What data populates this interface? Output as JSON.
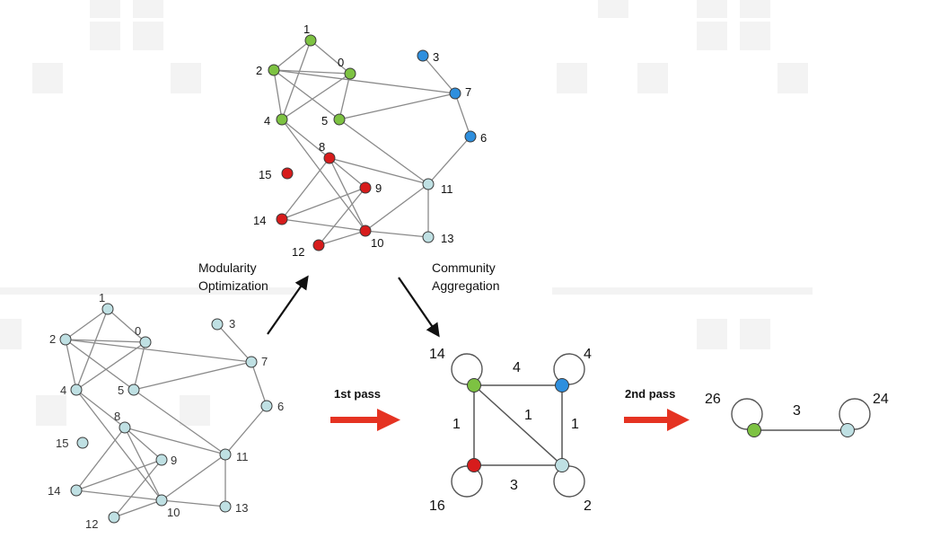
{
  "colors": {
    "green": "#7dc242",
    "blue": "#2e8fde",
    "red": "#d71c1c",
    "light": "#bfe0e3",
    "arrow_red": "#e53322",
    "arrow_black": "#111111"
  },
  "labels": {
    "modularity_line1": "Modularity",
    "modularity_line2": "Optimization",
    "community_line1": "Community",
    "community_line2": "Aggregation",
    "first_pass": "1st pass",
    "second_pass": "2nd pass"
  },
  "graph": {
    "nodes": [
      {
        "id": "0",
        "community": "green"
      },
      {
        "id": "1",
        "community": "green"
      },
      {
        "id": "2",
        "community": "green"
      },
      {
        "id": "3",
        "community": "blue"
      },
      {
        "id": "4",
        "community": "green"
      },
      {
        "id": "5",
        "community": "green"
      },
      {
        "id": "6",
        "community": "blue"
      },
      {
        "id": "7",
        "community": "blue"
      },
      {
        "id": "8",
        "community": "red"
      },
      {
        "id": "9",
        "community": "red"
      },
      {
        "id": "10",
        "community": "red"
      },
      {
        "id": "11",
        "community": "light"
      },
      {
        "id": "12",
        "community": "red"
      },
      {
        "id": "13",
        "community": "light"
      },
      {
        "id": "14",
        "community": "red"
      },
      {
        "id": "15",
        "community": "red"
      }
    ],
    "edges": [
      [
        "1",
        "2"
      ],
      [
        "1",
        "0"
      ],
      [
        "1",
        "4"
      ],
      [
        "2",
        "0"
      ],
      [
        "2",
        "4"
      ],
      [
        "2",
        "5"
      ],
      [
        "2",
        "7"
      ],
      [
        "0",
        "4"
      ],
      [
        "0",
        "5"
      ],
      [
        "3",
        "7"
      ],
      [
        "7",
        "6"
      ],
      [
        "7",
        "5"
      ],
      [
        "6",
        "11"
      ],
      [
        "5",
        "11"
      ],
      [
        "4",
        "8"
      ],
      [
        "4",
        "10"
      ],
      [
        "8",
        "11"
      ],
      [
        "8",
        "10"
      ],
      [
        "8",
        "14"
      ],
      [
        "8",
        "9"
      ],
      [
        "9",
        "12"
      ],
      [
        "14",
        "9"
      ],
      [
        "14",
        "10"
      ],
      [
        "12",
        "10"
      ],
      [
        "10",
        "11"
      ],
      [
        "10",
        "13"
      ],
      [
        "11",
        "13"
      ]
    ]
  },
  "aggregated": {
    "nodes": [
      {
        "id": "green",
        "self_loop": "14"
      },
      {
        "id": "blue",
        "self_loop": "4"
      },
      {
        "id": "red",
        "self_loop": "16"
      },
      {
        "id": "light",
        "self_loop": "2"
      }
    ],
    "edges": [
      {
        "a": "green",
        "b": "blue",
        "weight": "4"
      },
      {
        "a": "green",
        "b": "red",
        "weight": "1"
      },
      {
        "a": "blue",
        "b": "light",
        "weight": "1"
      },
      {
        "a": "red",
        "b": "light",
        "weight": "3"
      },
      {
        "a": "green",
        "b": "light",
        "weight": "1"
      }
    ]
  },
  "final": {
    "nodes": [
      {
        "id": "green",
        "self_loop": "26"
      },
      {
        "id": "light",
        "self_loop": "24"
      }
    ],
    "edge_weight": "3"
  }
}
